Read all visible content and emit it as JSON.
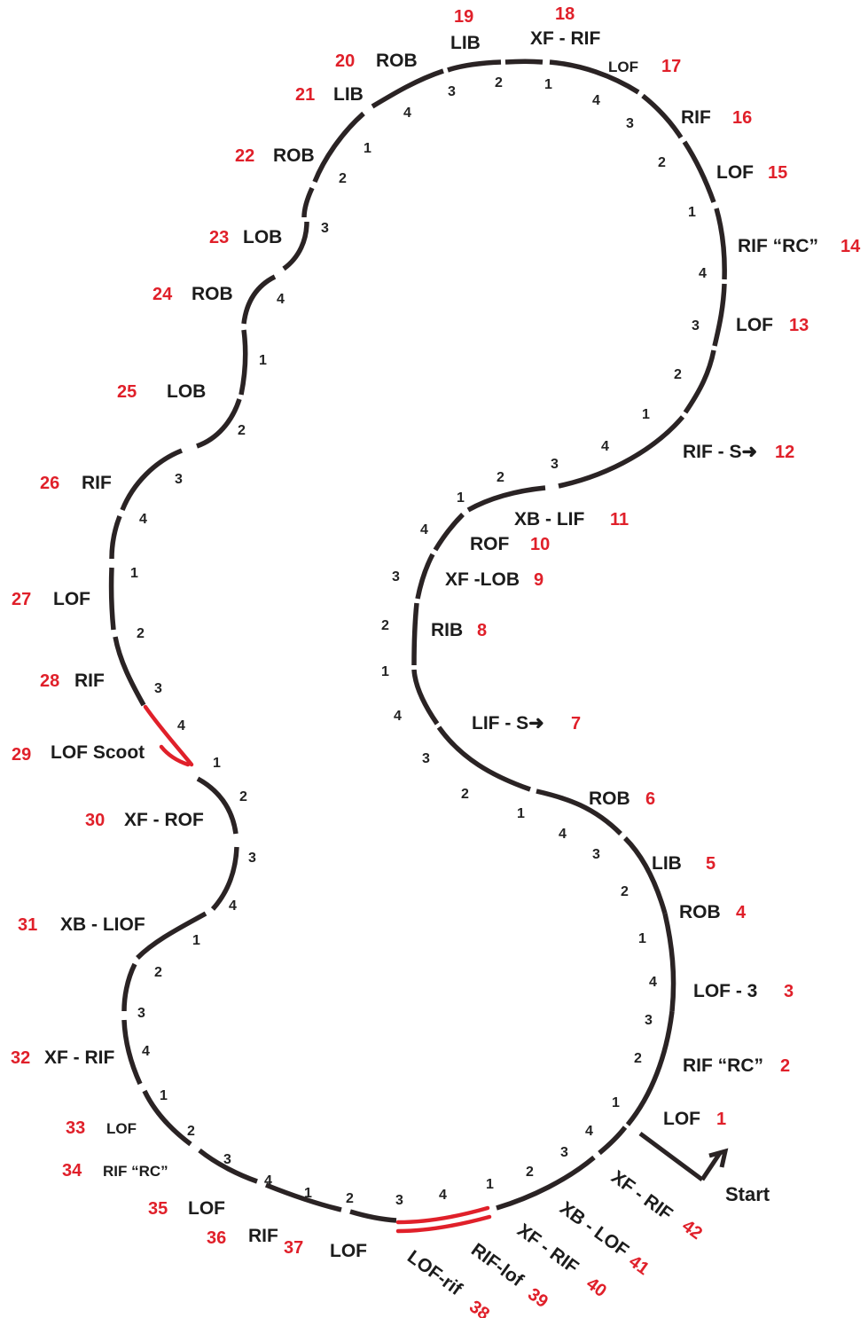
{
  "start_label": "Start",
  "elements": [
    {
      "num": "1",
      "label": "LOF"
    },
    {
      "num": "2",
      "label": "RIF “RC”"
    },
    {
      "num": "3",
      "label": "LOF - 3"
    },
    {
      "num": "4",
      "label": "ROB"
    },
    {
      "num": "5",
      "label": "LIB"
    },
    {
      "num": "6",
      "label": "ROB"
    },
    {
      "num": "7",
      "label": "LIF - S➜"
    },
    {
      "num": "8",
      "label": "RIB"
    },
    {
      "num": "9",
      "label": "XF -LOB"
    },
    {
      "num": "10",
      "label": "ROF"
    },
    {
      "num": "11",
      "label": "XB - LIF"
    },
    {
      "num": "12",
      "label": "RIF - S➜"
    },
    {
      "num": "13",
      "label": "LOF"
    },
    {
      "num": "14",
      "label": "RIF “RC”"
    },
    {
      "num": "15",
      "label": "LOF"
    },
    {
      "num": "16",
      "label": "RIF"
    },
    {
      "num": "17",
      "label": "LOF"
    },
    {
      "num": "18",
      "label": "XF - RIF"
    },
    {
      "num": "19",
      "label": "LIB"
    },
    {
      "num": "20",
      "label": "ROB"
    },
    {
      "num": "21",
      "label": "LIB"
    },
    {
      "num": "22",
      "label": "ROB"
    },
    {
      "num": "23",
      "label": "LOB"
    },
    {
      "num": "24",
      "label": "ROB"
    },
    {
      "num": "25",
      "label": "LOB"
    },
    {
      "num": "26",
      "label": "RIF"
    },
    {
      "num": "27",
      "label": "LOF"
    },
    {
      "num": "28",
      "label": "RIF"
    },
    {
      "num": "29",
      "label": "LOF Scoot"
    },
    {
      "num": "30",
      "label": "XF - ROF"
    },
    {
      "num": "31",
      "label": "XB - LIOF"
    },
    {
      "num": "32",
      "label": "XF - RIF"
    },
    {
      "num": "33",
      "label": "LOF"
    },
    {
      "num": "34",
      "label": "RIF “RC”"
    },
    {
      "num": "35",
      "label": "LOF"
    },
    {
      "num": "36",
      "label": "RIF"
    },
    {
      "num": "37",
      "label": "LOF"
    },
    {
      "num": "38",
      "label": "LOF-rif"
    },
    {
      "num": "39",
      "label": "RIF-lof"
    },
    {
      "num": "40",
      "label": "XF - RIF"
    },
    {
      "num": "41",
      "label": "XB - LOF"
    },
    {
      "num": "42",
      "label": "XF - RIF"
    }
  ],
  "counts": [
    "1",
    "2",
    "3",
    "4"
  ]
}
